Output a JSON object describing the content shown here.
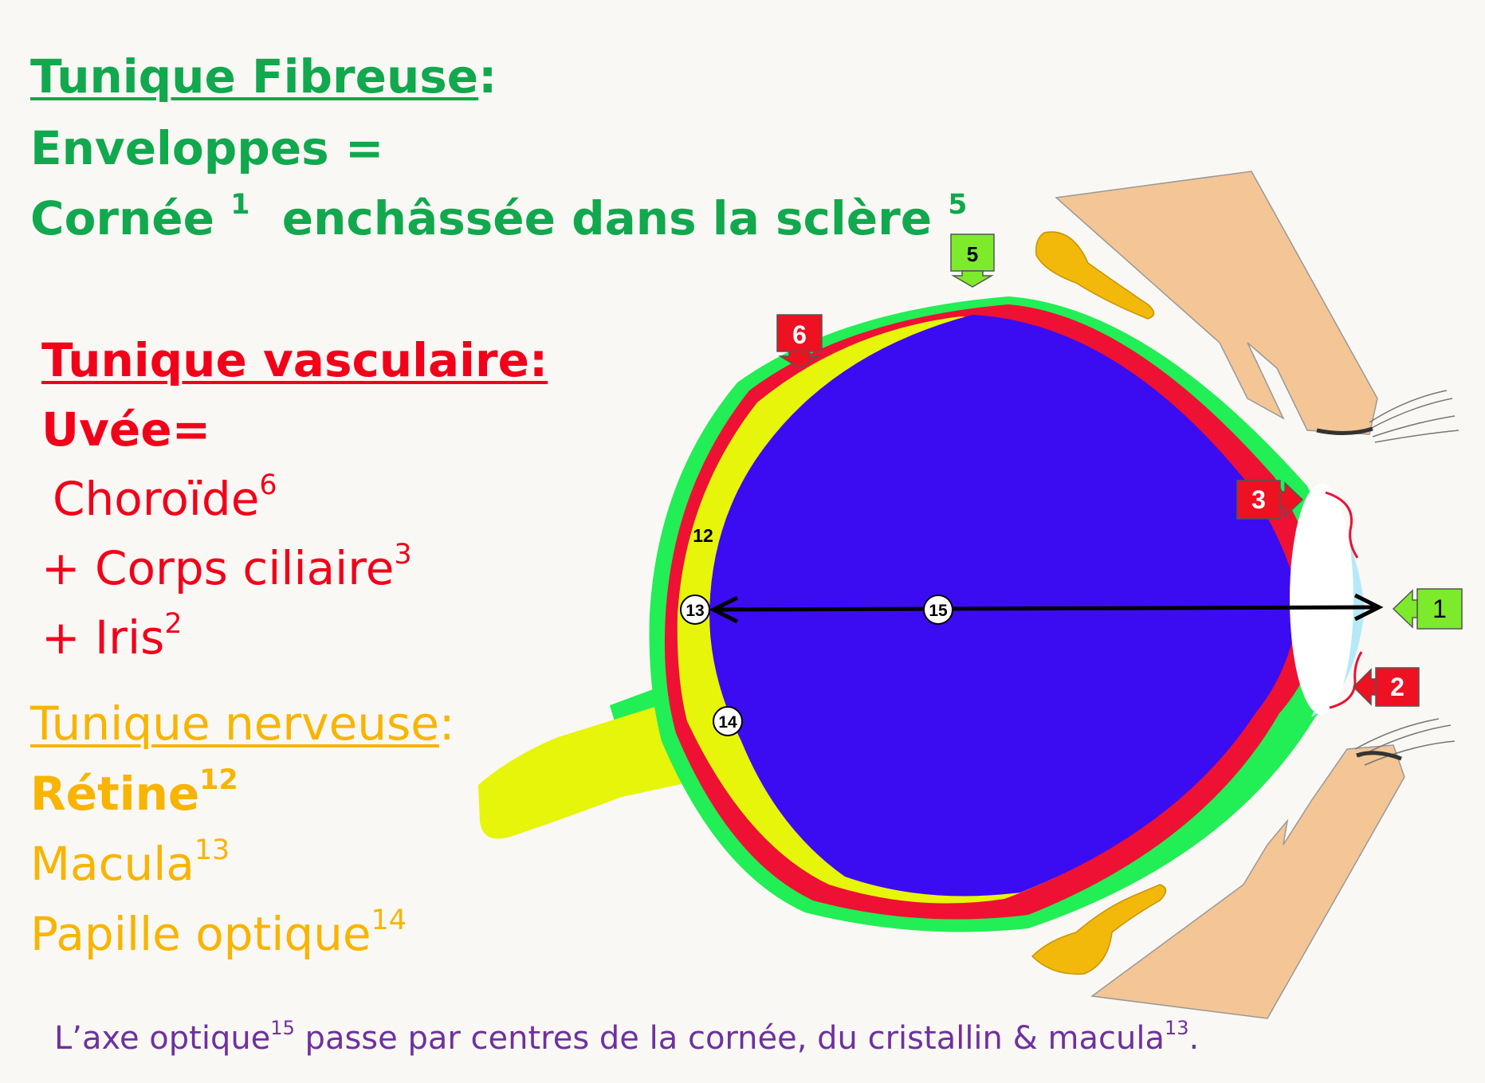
{
  "fibrous": {
    "heading": "Tunique Fibreuse",
    "colon": ":",
    "line1": "Enveloppes =",
    "cornea_word": "Cornée",
    "cornea_sup": "1",
    "sclera_text": "enchâssée dans la sclère",
    "sclera_sup": "5"
  },
  "vascular": {
    "heading": "Tunique vasculaire:",
    "uvea": "Uvée=",
    "choroid": "Choroïde",
    "choroid_sup": "6",
    "ciliary": "+ Corps ciliaire",
    "ciliary_sup": "3",
    "iris": "+ Iris",
    "iris_sup": "2"
  },
  "nervous": {
    "heading": "Tunique nerveuse",
    "colon": ":",
    "retina": "Rétine",
    "retina_sup": "12",
    "macula": "Macula",
    "macula_sup": "13",
    "papilla": "Papille optique",
    "papilla_sup": "14"
  },
  "footer": {
    "text_a": "L’axe optique",
    "sup_a": "15",
    "text_b": " passe par centres de la cornée, du cristallin & macula",
    "sup_b": "13",
    "text_c": "."
  },
  "labels": {
    "cornea": "1",
    "iris": "2",
    "ciliary": "3",
    "sclera": "5",
    "choroid": "6",
    "retina": "12",
    "macula": "13",
    "papilla": "14",
    "axis": "15"
  },
  "colors": {
    "fibrous": "#11a84e",
    "vascular": "#f2001a",
    "nervous": "#f8b400",
    "footer": "#7030a0",
    "sclera": "#22ee55",
    "choroid": "#ee1133",
    "retina": "#e6f50a",
    "vitreous": "#3b0cf2",
    "lens": "#ffffff",
    "cornea": "#b6e9f7",
    "eyelid": "#f4c595",
    "tarsal": "#f2b90a"
  }
}
